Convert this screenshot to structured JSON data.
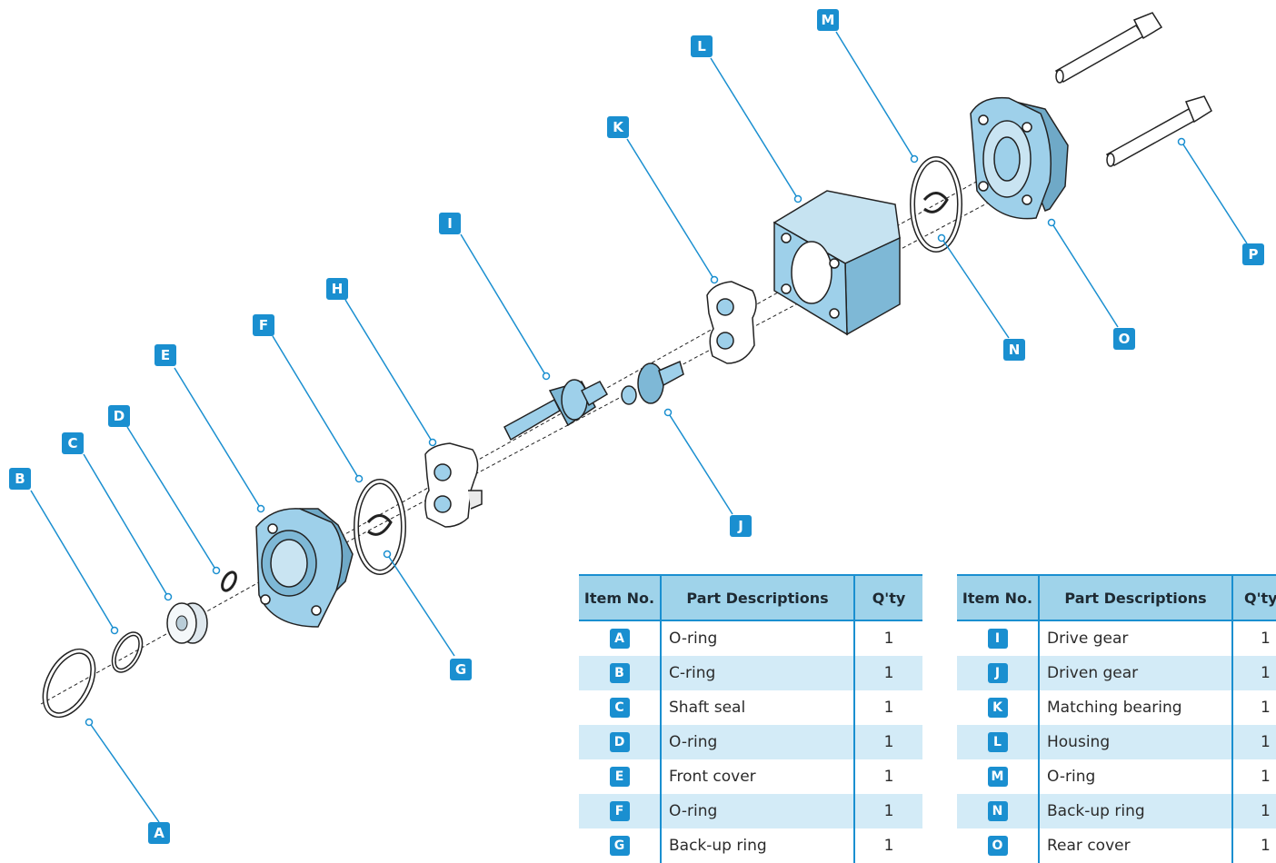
{
  "callouts": [
    "A",
    "B",
    "C",
    "D",
    "E",
    "F",
    "G",
    "H",
    "I",
    "J",
    "K",
    "L",
    "M",
    "N",
    "O",
    "P"
  ],
  "table_headers": {
    "item_no": "Item No.",
    "description": "Part Descriptions",
    "qty": "Q'ty"
  },
  "table_left": [
    {
      "item": "A",
      "description": "O-ring",
      "qty": "1"
    },
    {
      "item": "B",
      "description": "C-ring",
      "qty": "1"
    },
    {
      "item": "C",
      "description": "Shaft seal",
      "qty": "1"
    },
    {
      "item": "D",
      "description": "O-ring",
      "qty": "1"
    },
    {
      "item": "E",
      "description": "Front cover",
      "qty": "1"
    },
    {
      "item": "F",
      "description": "O-ring",
      "qty": "1"
    },
    {
      "item": "G",
      "description": "Back-up ring",
      "qty": "1"
    }
  ],
  "table_right": [
    {
      "item": "I",
      "description": "Drive gear",
      "qty": "1"
    },
    {
      "item": "J",
      "description": "Driven gear",
      "qty": "1"
    },
    {
      "item": "K",
      "description": "Matching bearing",
      "qty": "1"
    },
    {
      "item": "L",
      "description": "Housing",
      "qty": "1"
    },
    {
      "item": "M",
      "description": "O-ring",
      "qty": "1"
    },
    {
      "item": "N",
      "description": "Back-up ring",
      "qty": "1"
    },
    {
      "item": "O",
      "description": "Rear cover",
      "qty": "1"
    }
  ],
  "colors": {
    "accent": "#1a8fd0",
    "part_fill": "#9ed0ea",
    "header_fill": "#9fd3ea",
    "row_alt": "#d3ebf7"
  }
}
